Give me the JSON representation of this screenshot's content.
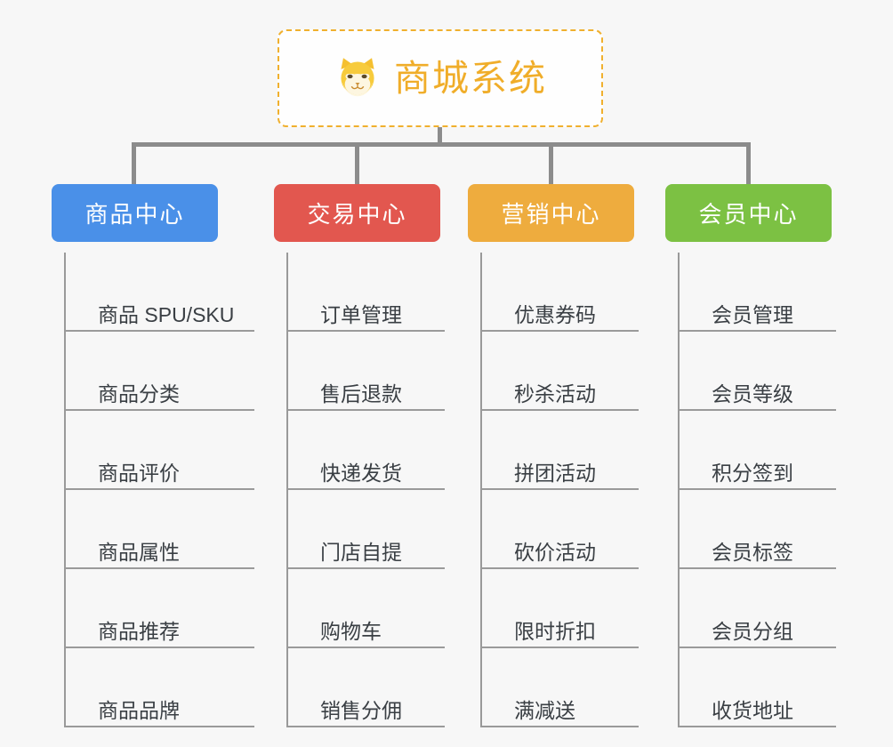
{
  "root": {
    "title": "商城系统",
    "icon": "shiba-dog-face-icon",
    "border_color": "#f0b02e",
    "text_color": "#f0ad29"
  },
  "canvas": {
    "background": "#f7f7f7",
    "connector_color": "#8c8c8c",
    "spine_color": "#9a9a9a"
  },
  "branches": [
    {
      "label": "商品中心",
      "color": "#4a90e8",
      "items": [
        {
          "label": "商品 SPU/SKU"
        },
        {
          "label": "商品分类"
        },
        {
          "label": "商品评价"
        },
        {
          "label": "商品属性"
        },
        {
          "label": "商品推荐"
        },
        {
          "label": "商品品牌"
        }
      ]
    },
    {
      "label": "交易中心",
      "color": "#e2574f",
      "items": [
        {
          "label": "订单管理"
        },
        {
          "label": "售后退款"
        },
        {
          "label": "快递发货"
        },
        {
          "label": "门店自提"
        },
        {
          "label": "购物车"
        },
        {
          "label": "销售分佣"
        }
      ]
    },
    {
      "label": "营销中心",
      "color": "#eeac3e",
      "items": [
        {
          "label": "优惠券码"
        },
        {
          "label": "秒杀活动"
        },
        {
          "label": "拼团活动"
        },
        {
          "label": "砍价活动"
        },
        {
          "label": "限时折扣"
        },
        {
          "label": "满减送"
        }
      ]
    },
    {
      "label": "会员中心",
      "color": "#7cc143",
      "items": [
        {
          "label": "会员管理"
        },
        {
          "label": "会员等级"
        },
        {
          "label": "积分签到"
        },
        {
          "label": "会员标签"
        },
        {
          "label": "会员分组"
        },
        {
          "label": "收货地址"
        }
      ]
    }
  ]
}
